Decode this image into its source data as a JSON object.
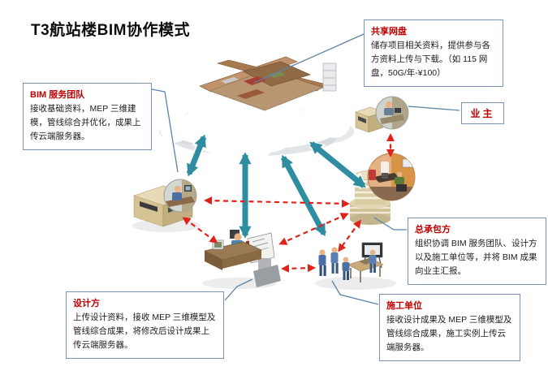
{
  "title": "T3航站楼BIM协作模式",
  "colors": {
    "accent-teal": "#2e8da1",
    "accent-teal-dark": "#1f7084",
    "dashed-red": "#e02318",
    "box-border": "#7a93b5",
    "label-red": "#c00000",
    "text": "#1c1c1c",
    "connector-blue": "#5b82a8"
  },
  "callouts": {
    "bim_team": {
      "title": "BIM 服务团队",
      "body": "接收基础资料，MEP 三维建模，管线综合并优化，成果上传云端服务器。"
    },
    "share_disk": {
      "title": "共享网盘",
      "body": "储存项目相关资料，提供参与各方资料上传与下载。（如 115 网盘，50G/年-¥100）"
    },
    "owner": {
      "title": "业主"
    },
    "contractor": {
      "title": "总承包方",
      "body": "组织协调 BIM 服务团队、设计方以及施工单位等，并将 BIM 成果向业主汇报。"
    },
    "design": {
      "title": "设计方",
      "body": "上传设计资料，接收 MEP 三维模型及管线综合成果，将修改后设计成果上传云端服务器。"
    },
    "construction": {
      "title": "施工单位",
      "body": "接收设计成果及 MEP 三维模型及管线综合成果，施工实例上传云端服务器。"
    }
  },
  "icons": {
    "cloud-icon": "white-puffy-cloud",
    "bim-model-icon": "isometric-terminal-building-model",
    "office-building-icon": "isometric-low-building",
    "person-at-computer-icon": "circle-inset-person-with-pc",
    "owner-office-icon": "circle-inset-person-at-desk",
    "tower-icon": "striped-cylinder-tower",
    "meeting-icon": "circle-inset-meeting-people",
    "designer-desk-icon": "desk-with-monitor-and-drafting-board",
    "construction-team-icon": "workers-with-table-and-board",
    "double-arrow-teal-icon": "thick-teal-double-headed-arrow",
    "double-arrow-red-dashed-icon": "red-dashed-double-headed-arrow"
  },
  "diagram": {
    "solid_links": [
      {
        "from": "cloud",
        "to": "bim_team"
      },
      {
        "from": "cloud",
        "to": "design"
      },
      {
        "from": "cloud",
        "to": "construction"
      },
      {
        "from": "cloud",
        "to": "contractor"
      }
    ],
    "dashed_links": [
      {
        "from": "bim_team",
        "to": "contractor"
      },
      {
        "from": "bim_team",
        "to": "design"
      },
      {
        "from": "contractor",
        "to": "design"
      },
      {
        "from": "contractor",
        "to": "construction"
      },
      {
        "from": "design",
        "to": "construction"
      },
      {
        "from": "owner",
        "to": "contractor"
      }
    ]
  }
}
